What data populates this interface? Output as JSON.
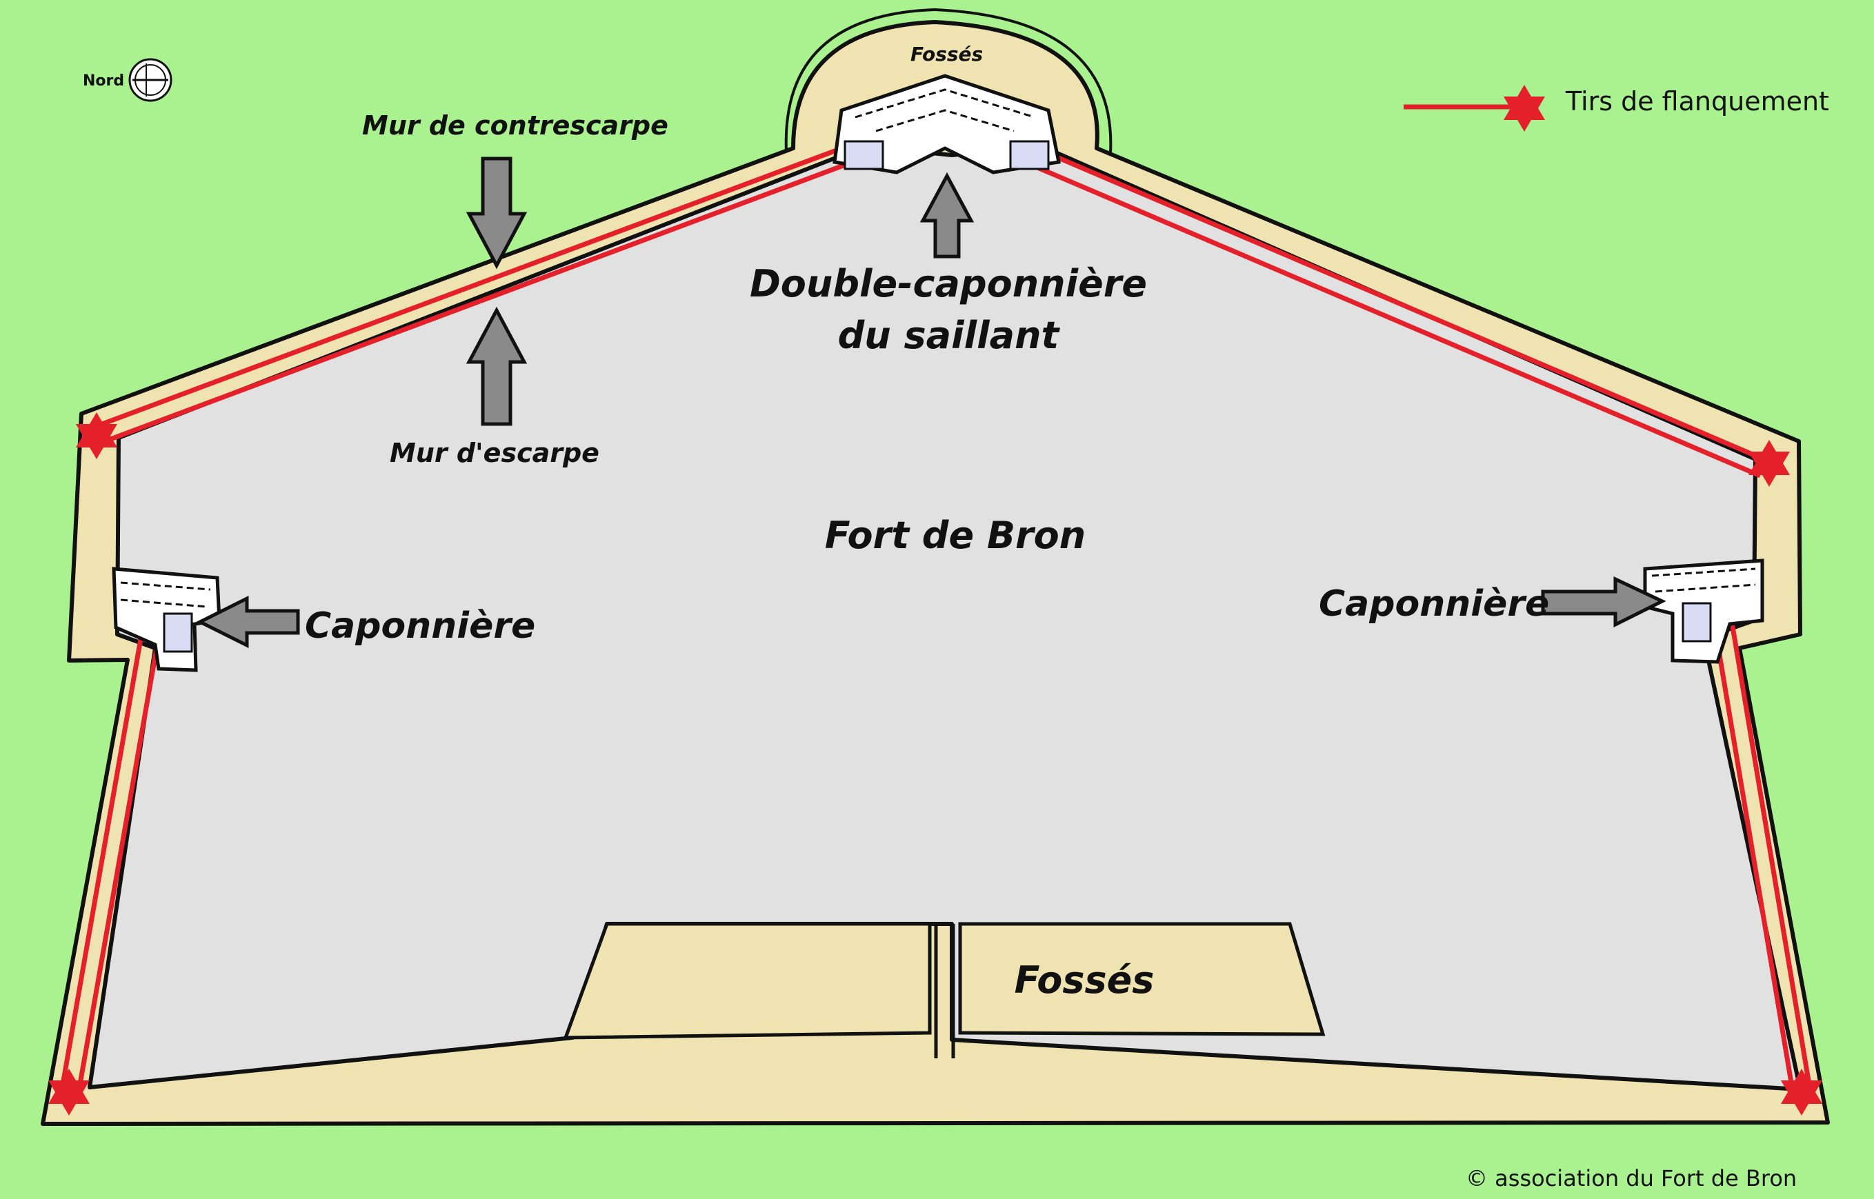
{
  "labels": {
    "north": "Nord",
    "legend": "Tirs de flanquement",
    "counterscarp_wall": "Mur de contrescarpe",
    "scarp_wall": "Mur d'escarpe",
    "double_caponier_line1": "Double-caponnière",
    "double_caponier_line2": "du saillant",
    "fort_name": "Fort de Bron",
    "caponier_left": "Caponnière",
    "caponier_right": "Caponnière",
    "ditch_top": "Fossés",
    "ditch_bottom": "Fossés",
    "copyright": "© association du Fort de Bron"
  },
  "colors": {
    "background": "#a9f28f",
    "fort_interior": "#e1e1e1",
    "ditch": "#efe3b1",
    "flanking_fire": "#e4202a",
    "outline": "#111111",
    "arrow_fill": "#8a8a8a",
    "caponier_rooms": "#d8dcf4"
  },
  "icons": {
    "compass": "compass-rose-icon",
    "fire_marker": "six-point-star-icon"
  }
}
